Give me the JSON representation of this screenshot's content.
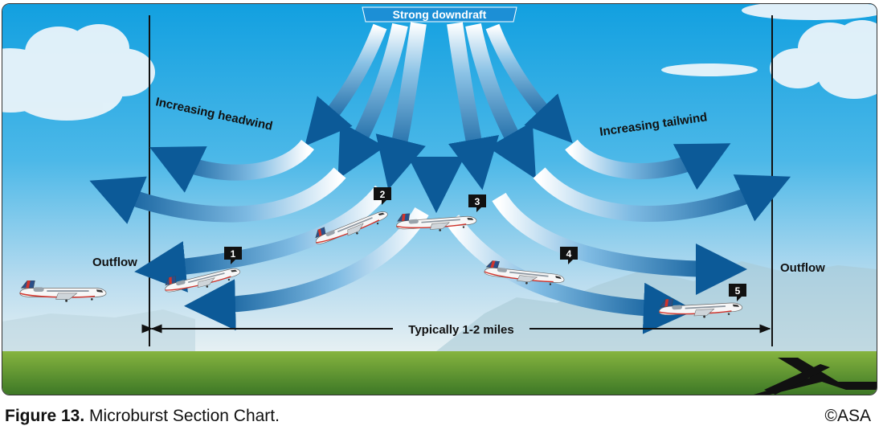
{
  "diagram": {
    "top_label": "Strong downdraft",
    "left_wind_label": "Increasing headwind",
    "right_wind_label": "Increasing tailwind",
    "left_outflow_label": "Outflow",
    "right_outflow_label": "Outflow",
    "distance_label": "Typically 1-2 miles",
    "positions": [
      "1",
      "2",
      "3",
      "4",
      "5"
    ],
    "colors": {
      "sky_top": "#1aa3df",
      "sky_bottom": "#dcebf2",
      "ground_top": "#7cab3a",
      "ground_bottom": "#3f7a26",
      "arrow_dark": "#0e5f9e",
      "arrow_light": "#ffffff",
      "label_banner": "#1c8fd6"
    }
  },
  "caption": {
    "figure_number": "Figure 13.",
    "title": "Microburst Section Chart."
  },
  "copyright": "©ASA"
}
